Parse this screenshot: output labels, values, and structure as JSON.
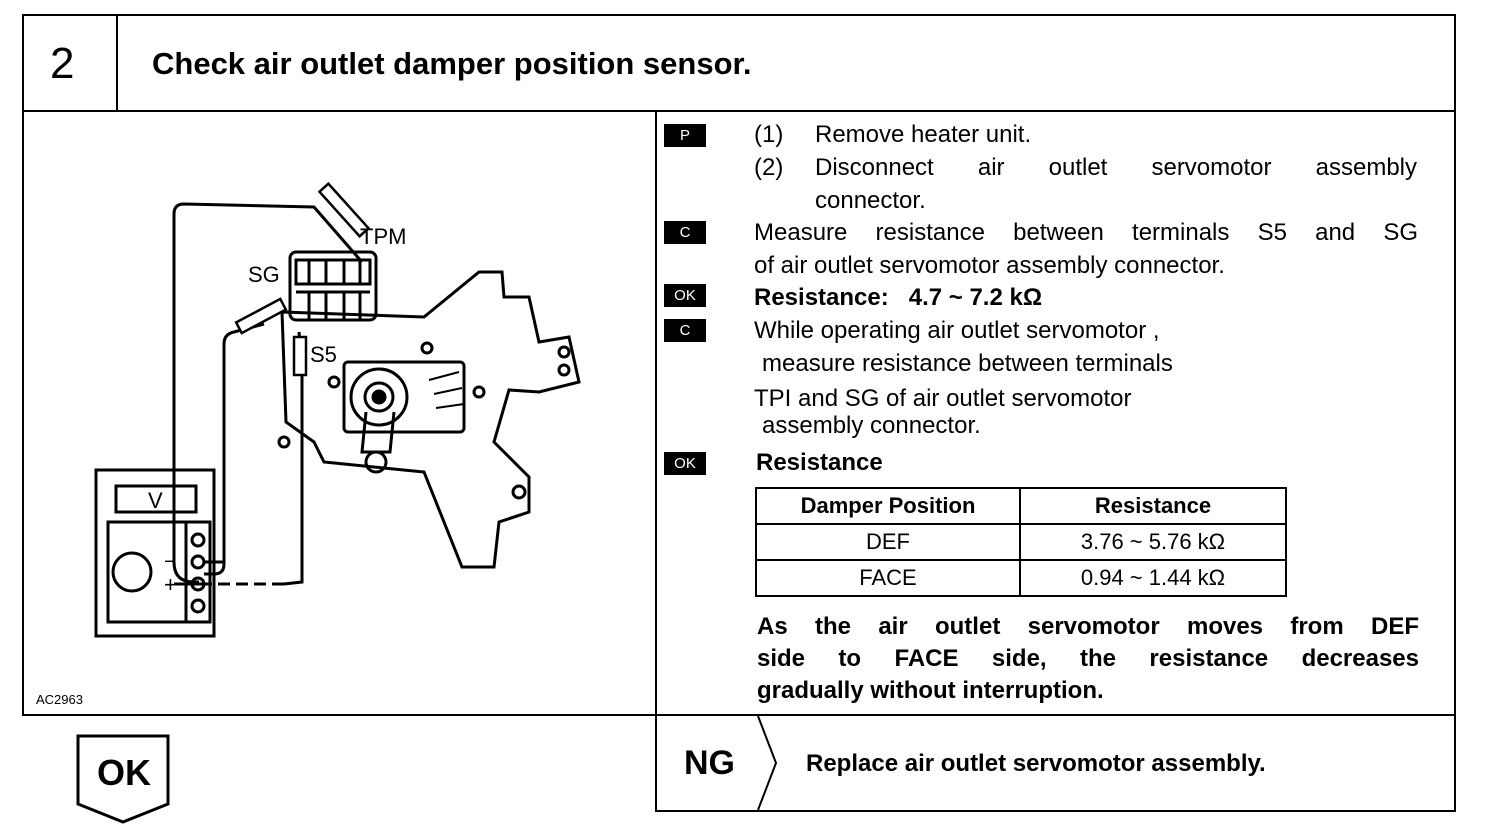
{
  "header": {
    "step_number": "2",
    "title": "Check air outlet damper position sensor."
  },
  "figure": {
    "code": "AC2963",
    "labels": {
      "tpm": "TPM",
      "sg": "SG",
      "s5": "S5",
      "meter": "V",
      "minus": "−",
      "plus": "+"
    }
  },
  "instructions": {
    "badges": {
      "p": "P",
      "c": "C",
      "ok": "OK"
    },
    "p_step1_num": "(1)",
    "p_step1": "Remove heater unit.",
    "p_step2_num": "(2)",
    "p_step2_a": "Disconnect air outlet servomotor assembly",
    "p_step2_b": "connector.",
    "c1_a": "Measure resistance between terminals S5 and SG",
    "c1_b": "of air outlet servomotor assembly connector.",
    "ok1": "Resistance:   4.7 ~ 7.2 kΩ",
    "c2_a": "While operating air outlet servomotor ,",
    "c2_b": "measure resistance between terminals",
    "c2_c": "TPI and SG of air outlet servomotor",
    "c2_d": "assembly connector.",
    "ok2": "Resistance",
    "table": {
      "headers": [
        "Damper Position",
        "Resistance"
      ],
      "rows": [
        [
          "DEF",
          "3.76 ~ 5.76 kΩ"
        ],
        [
          "FACE",
          "0.94 ~ 1.44 kΩ"
        ]
      ]
    },
    "note_a": "As the air outlet servomotor moves from DEF",
    "note_b": "side to FACE side, the resistance decreases",
    "note_c": "gradually without interruption."
  },
  "results": {
    "ok_label": "OK",
    "ng_label": "NG",
    "ng_action": "Replace air outlet servomotor assembly."
  }
}
